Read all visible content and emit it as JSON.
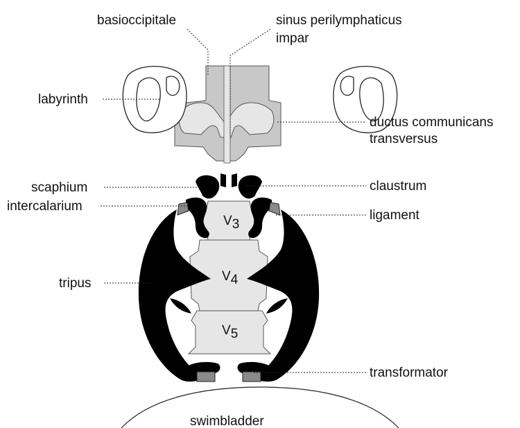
{
  "labels": {
    "basioccipitale": "basioccipitale",
    "sinus_line1": "sinus perilymphaticus",
    "sinus_line2": "impar",
    "labyrinth": "labyrinth",
    "ductus_line1": "ductus communicans",
    "ductus_line2": "transversus",
    "scaphium": "scaphium",
    "claustrum": "claustrum",
    "intercalarium": "intercalarium",
    "ligament": "ligament",
    "tripus": "tripus",
    "transformator": "transformator",
    "swimbladder": "swimbladder"
  },
  "vertebrae": [
    {
      "letter": "V",
      "sub": "3"
    },
    {
      "letter": "V",
      "sub": "4"
    },
    {
      "letter": "V",
      "sub": "5"
    }
  ],
  "colors": {
    "bone_dark": "#c8c8c8",
    "bone_light": "#e6e6e6",
    "ossicle": "#000000",
    "ligament": "#8a8a8a",
    "outline": "#222222"
  }
}
